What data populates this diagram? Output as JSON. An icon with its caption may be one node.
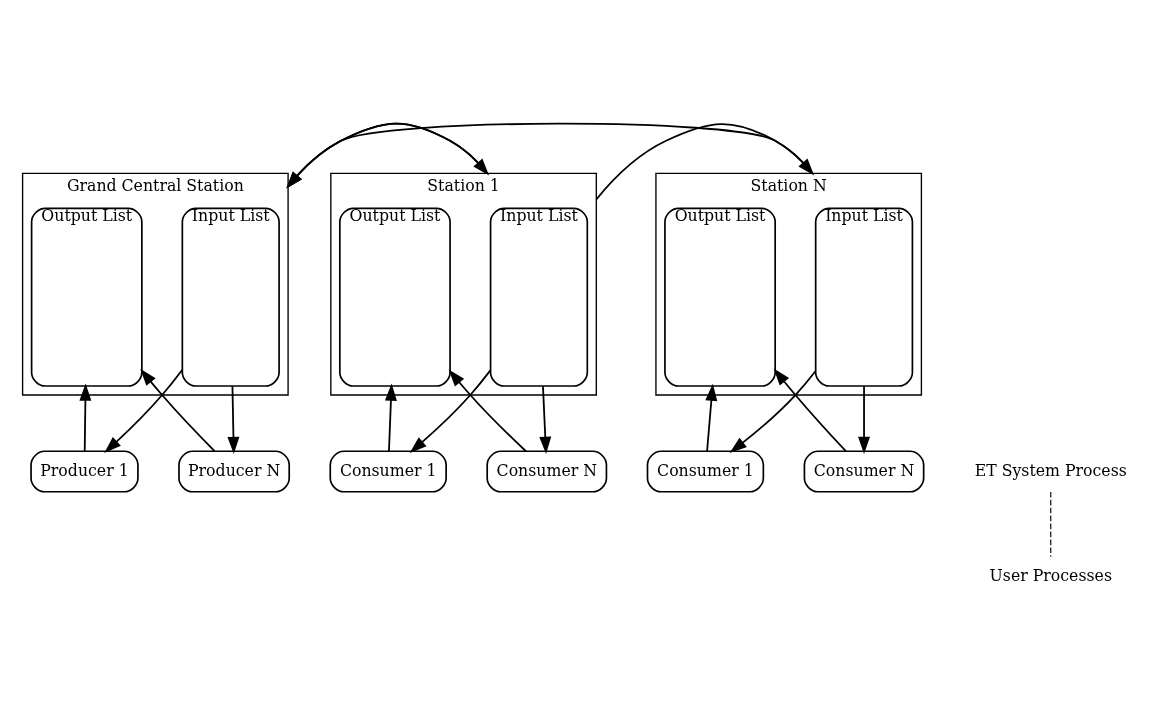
{
  "diagram": {
    "nodes": [
      {
        "text": [
          "Grand Central Station"
        ]
      },
      {
        "text": [
          "Input List"
        ],
        "in": 0
      },
      {
        "text": [
          "Output List"
        ],
        "in": 0
      },
      {
        "text": [
          "Station 1"
        ]
      },
      {
        "text": [
          "Input List"
        ],
        "in": 3
      },
      {
        "text": [
          "Output List"
        ],
        "in": 3
      },
      {
        "text": [
          "Station N"
        ]
      },
      {
        "text": [
          "Input List"
        ],
        "in": 6
      },
      {
        "text": [
          "Output List"
        ],
        "in": 6
      },
      {
        "text": [
          "Producer 1"
        ]
      },
      {
        "text": [
          "Producer N"
        ]
      },
      {
        "text": [
          "Consumer 1"
        ]
      },
      {
        "text": [
          "Consumer N"
        ]
      },
      {
        "text": [
          "Consumer 1"
        ]
      },
      {
        "text": [
          "Consumer N"
        ]
      }
    ],
    "edges": [
      {
        "from": 0,
        "to": 3,
        "arrow": "to"
      },
      {
        "from": 3,
        "to": 6,
        "arrow": "to"
      },
      {
        "from": 3,
        "to": 0,
        "arrow": "to"
      },
      {
        "from": 6,
        "to": 0,
        "arrow": "to"
      },
      {
        "from": 1,
        "to": 9,
        "arrow": "to"
      },
      {
        "from": 9,
        "to": 2,
        "arrow": "to"
      },
      {
        "from": 1,
        "to": 10,
        "arrow": "to"
      },
      {
        "from": 10,
        "to": 2,
        "arrow": "to"
      },
      {
        "from": 4,
        "to": 11,
        "arrow": "to"
      },
      {
        "from": 11,
        "to": 5,
        "arrow": "to"
      },
      {
        "from": 4,
        "to": 12,
        "arrow": "to"
      },
      {
        "from": 12,
        "to": 5,
        "arrow": "to"
      },
      {
        "from": 7,
        "to": 13,
        "arrow": "to"
      },
      {
        "from": 13,
        "to": 8,
        "arrow": "to"
      },
      {
        "from": 7,
        "to": 14,
        "arrow": "to"
      },
      {
        "from": 14,
        "to": 8,
        "arrow": "to"
      }
    ],
    "labels": [
      "ET System Process",
      "User Processes"
    ]
  }
}
